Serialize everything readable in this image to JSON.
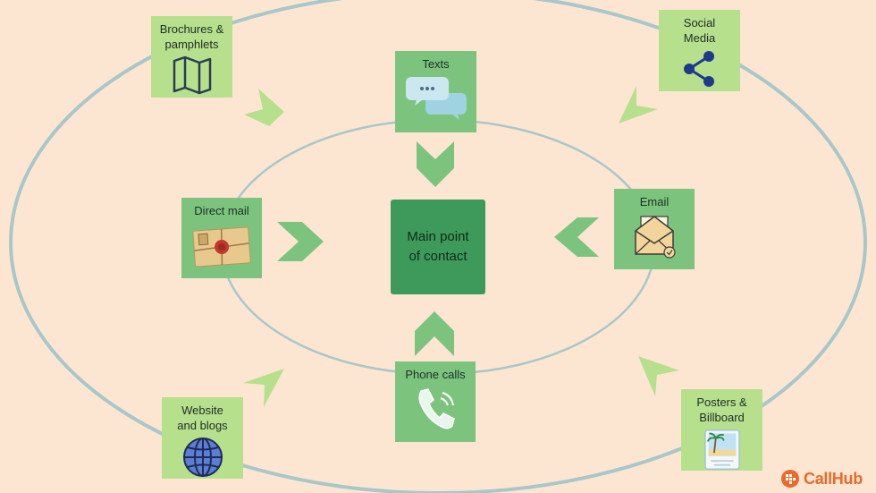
{
  "center": {
    "label_line1": "Main point",
    "label_line2": "of contact"
  },
  "nodes": {
    "brochures": {
      "line1": "Brochures &",
      "line2": "pamphlets",
      "icon": "map-icon"
    },
    "social": {
      "line1": "Social",
      "line2": "Media",
      "icon": "share-icon"
    },
    "texts": {
      "line1": "Texts",
      "icon": "chat-bubbles-icon"
    },
    "direct_mail": {
      "line1": "Direct mail",
      "icon": "sealed-envelope-icon"
    },
    "email": {
      "line1": "Email",
      "icon": "open-envelope-icon"
    },
    "phone": {
      "line1": "Phone calls",
      "icon": "phone-icon"
    },
    "website": {
      "line1": "Website",
      "line2": "and blogs",
      "icon": "globe-icon"
    },
    "posters": {
      "line1": "Posters &",
      "line2": "Billboard",
      "icon": "billboard-icon"
    }
  },
  "brand": {
    "name": "CallHub",
    "color": "#e96a2b"
  },
  "colors": {
    "background": "#fce6d2",
    "outer_box": "#b6e08c",
    "inner_box": "#7cc47e",
    "center_box": "#3d9a5a",
    "arrow_light": "#b6e08c",
    "arrow_mid": "#7cc47e",
    "ellipse_stroke": "#a9c7c9"
  }
}
